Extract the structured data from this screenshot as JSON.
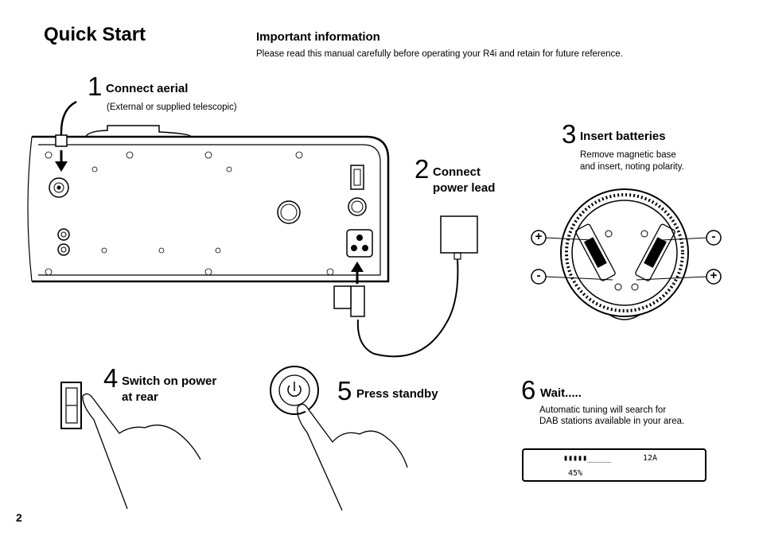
{
  "page": {
    "title": "Quick Start",
    "page_number": "2"
  },
  "important": {
    "heading": "Important information",
    "body": "Please read this manual carefully before operating your R4i and retain for future reference."
  },
  "steps": [
    {
      "number": "1",
      "title": "Connect aerial",
      "subtitle": "(External or supplied telescopic)"
    },
    {
      "number": "2",
      "title_line1": "Connect",
      "title_line2": "power lead"
    },
    {
      "number": "3",
      "title": "Insert batteries",
      "body_line1": "Remove magnetic base",
      "body_line2": "and insert, noting polarity."
    },
    {
      "number": "4",
      "title_line1": "Switch on power",
      "title_line2": "at rear"
    },
    {
      "number": "5",
      "title": "Press standby"
    },
    {
      "number": "6",
      "title": "Wait.....",
      "body_line1": "Automatic tuning will search for",
      "body_line2": "DAB stations available in your area."
    }
  ],
  "display": {
    "bar": "▮▮▮▮▮_____",
    "channel": "12A",
    "percent": "45%"
  },
  "polarity": {
    "plus": "+",
    "minus": "-"
  }
}
